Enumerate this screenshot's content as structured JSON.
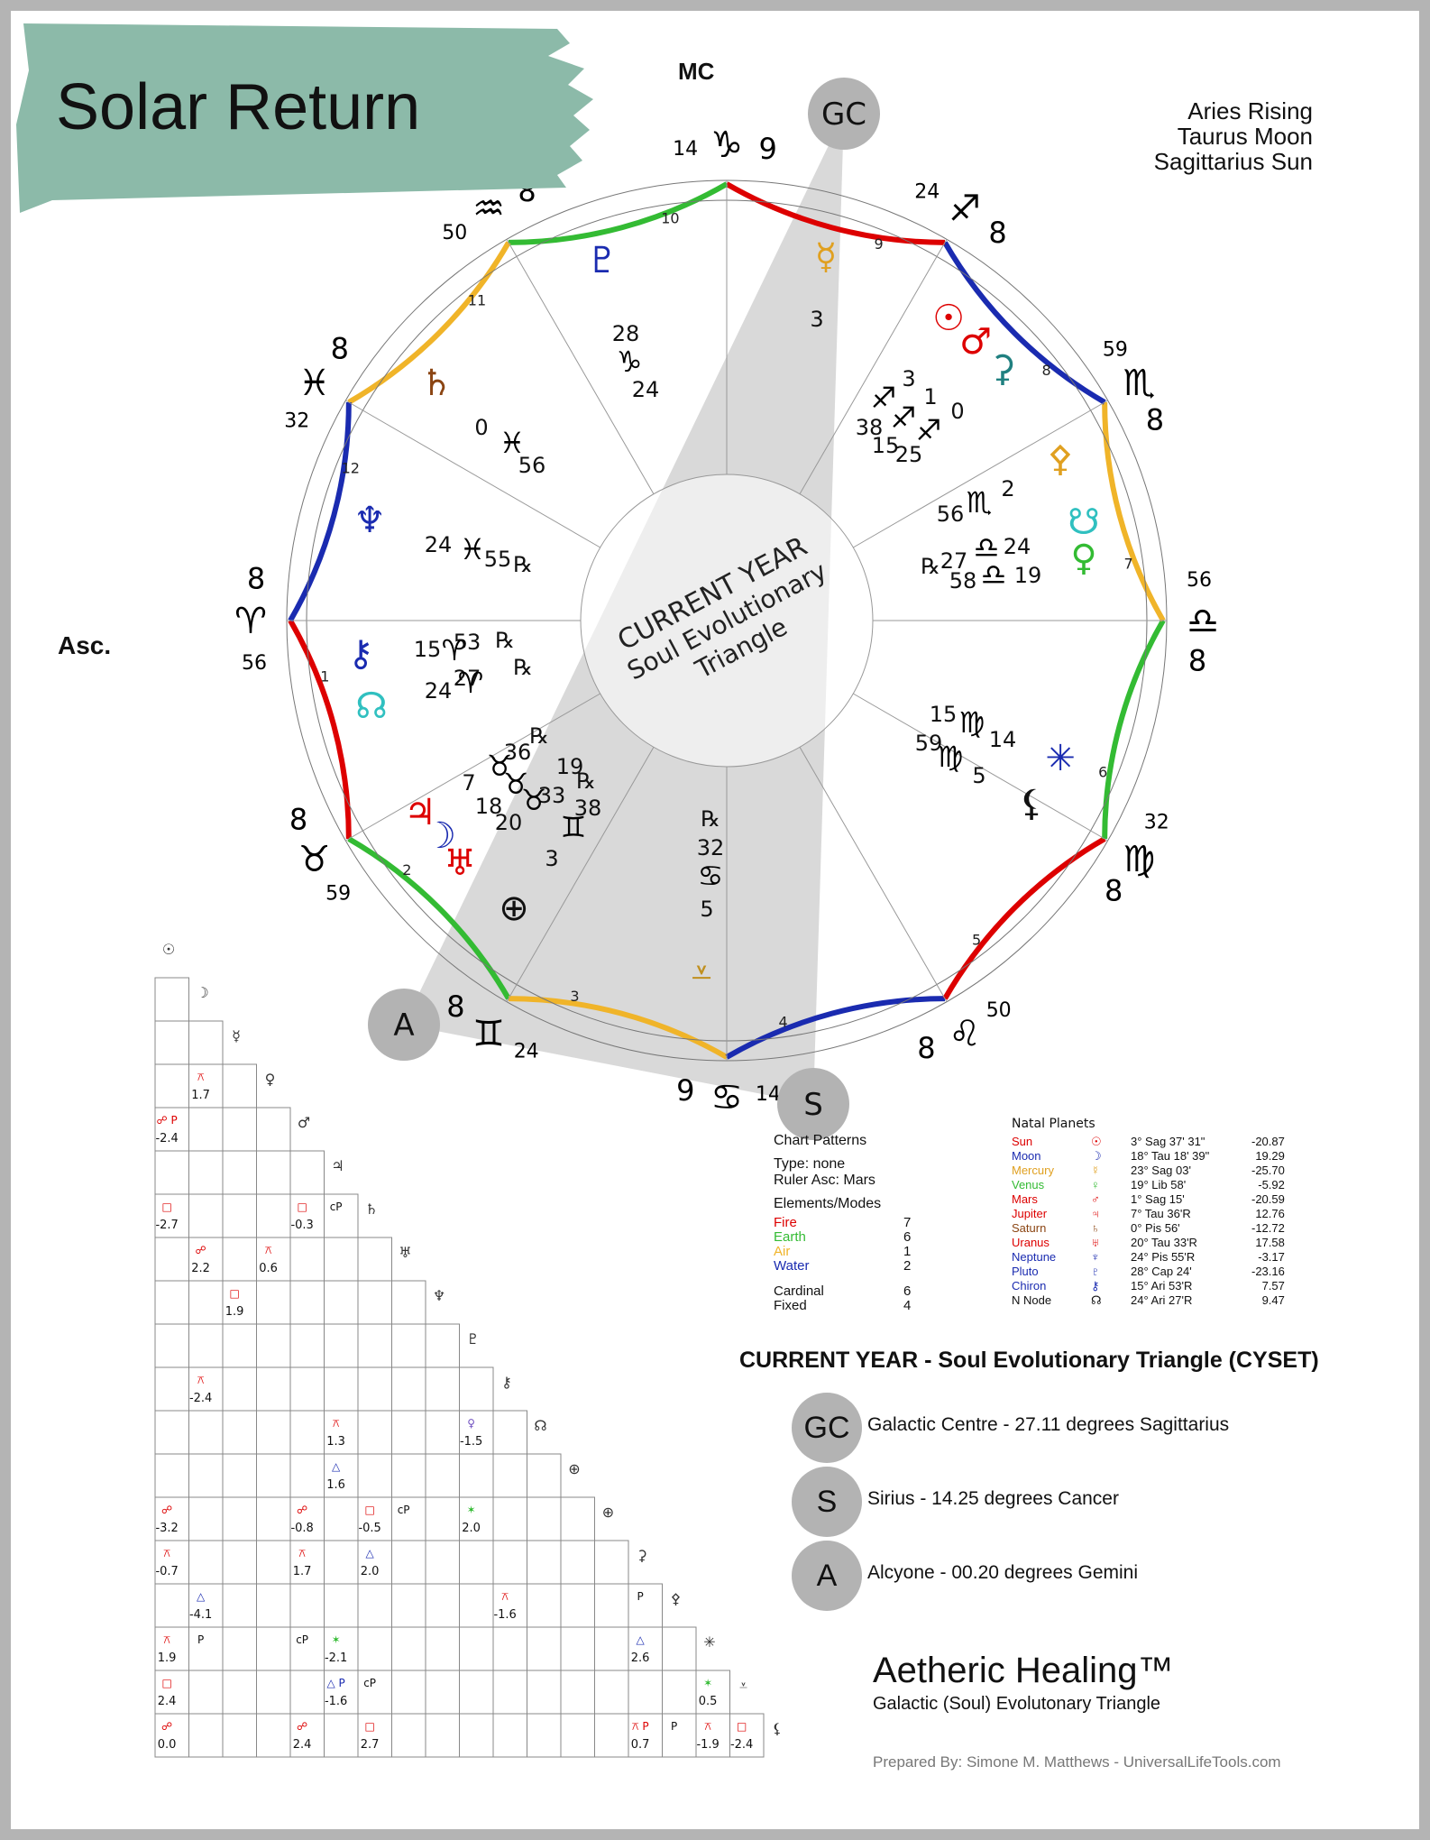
{
  "header": {
    "title": "Solar Return",
    "mc_label": "MC",
    "asc_label": "Asc.",
    "rising_lines": [
      "Aries Rising",
      "Taurus Moon",
      "Sagittarius Sun"
    ]
  },
  "colors": {
    "banner": "#8cbaa9",
    "fire": "#dd0000",
    "earth": "#33bb33",
    "air": "#f0b429",
    "water": "#1a2bb0",
    "point_circle": "#b3b3b3",
    "triangle": "#d9d9d9"
  },
  "wheel": {
    "center_label": [
      "CURRENT YEAR",
      "Soul Evolutionary",
      "Triangle"
    ],
    "house_numbers": [
      "1",
      "2",
      "3",
      "4",
      "5",
      "6",
      "7",
      "8",
      "9",
      "10",
      "11",
      "12"
    ],
    "cusp_labels": [
      {
        "deg": "8",
        "sign": "Aries-glyph",
        "glyph": "♈",
        "min": "56"
      },
      {
        "deg": "8",
        "sign": "Taurus-glyph",
        "glyph": "♉",
        "min": "59"
      },
      {
        "deg": "8",
        "sign": "Gemini-glyph",
        "glyph": "♊",
        "min": "24"
      },
      {
        "deg": "9",
        "sign": "Cancer-glyph",
        "glyph": "♋",
        "min": "14"
      },
      {
        "deg": "8",
        "sign": "Leo-glyph",
        "glyph": "♌",
        "min": "50"
      },
      {
        "deg": "8",
        "sign": "Virgo-glyph",
        "glyph": "♍",
        "min": "32"
      },
      {
        "deg": "8",
        "sign": "Libra-glyph",
        "glyph": "♎",
        "min": "56"
      },
      {
        "deg": "8",
        "sign": "Scorpio-glyph",
        "glyph": "♏",
        "min": "59"
      },
      {
        "deg": "8",
        "sign": "Sagittarius-glyph",
        "glyph": "♐",
        "min": "24"
      },
      {
        "deg": "9",
        "sign": "Capricorn-glyph",
        "glyph": "♑",
        "min": "14"
      },
      {
        "deg": "8",
        "sign": "Aquarius-glyph",
        "glyph": "♒",
        "min": "50"
      },
      {
        "deg": "8",
        "sign": "Pisces-glyph",
        "glyph": "♓",
        "min": "32"
      }
    ],
    "planet_glyphs": [
      {
        "name": "pluto",
        "glyph": "♇",
        "color": "#1a2bb0"
      },
      {
        "name": "mercury",
        "glyph": "☿",
        "color": "#e0a020"
      },
      {
        "name": "saturn",
        "glyph": "♄",
        "color": "#8b4513"
      },
      {
        "name": "neptune",
        "glyph": "♆",
        "color": "#1a2bb0"
      },
      {
        "name": "chiron",
        "glyph": "⚷",
        "color": "#1a2bb0"
      },
      {
        "name": "north-node",
        "glyph": "☊",
        "color": "#30c0c0"
      },
      {
        "name": "sun",
        "glyph": "☉",
        "color": "#dd0000"
      },
      {
        "name": "mars",
        "glyph": "♂",
        "color": "#dd0000"
      },
      {
        "name": "chiron-2",
        "glyph": "⚳",
        "color": "#208080"
      },
      {
        "name": "pallas",
        "glyph": "⚴",
        "color": "#e0a020"
      },
      {
        "name": "south-node",
        "glyph": "☋",
        "color": "#30c0c0"
      },
      {
        "name": "venus",
        "glyph": "♀",
        "color": "#33bb33"
      },
      {
        "name": "vesta",
        "glyph": "✳",
        "color": "#1a2bb0"
      },
      {
        "name": "lilith",
        "glyph": "⚸",
        "color": "#111111"
      },
      {
        "name": "jupiter",
        "glyph": "♃",
        "color": "#dd0000"
      },
      {
        "name": "moon",
        "glyph": "☽",
        "color": "#1a2bb0"
      },
      {
        "name": "uranus",
        "glyph": "♅",
        "color": "#dd0000"
      },
      {
        "name": "part-of-fortune",
        "glyph": "⊕",
        "color": "#111111"
      },
      {
        "name": "vertex",
        "glyph": "⩡",
        "color": "#c09020"
      }
    ],
    "position_text": [
      "3",
      "28",
      "24",
      "0",
      "56",
      "24",
      "55",
      "℞",
      "15",
      "53",
      "℞",
      "24",
      "27",
      "℞",
      "7",
      "36",
      "℞",
      "19",
      "℞",
      "33",
      "18",
      "20",
      "38",
      "3",
      "℞",
      "32",
      "5",
      "3",
      "1",
      "0",
      "38",
      "15",
      "25",
      "2",
      "56",
      "24",
      "27",
      "58",
      "19",
      "℞",
      "15",
      "14",
      "59",
      "5"
    ],
    "points": [
      {
        "label": "GC"
      },
      {
        "label": "S"
      },
      {
        "label": "A"
      }
    ]
  },
  "aspect_grid": {
    "planet_glyphs": [
      "☉",
      "☽",
      "☿",
      "♀",
      "♂",
      "♃",
      "♄",
      "♅",
      "♆",
      "♇",
      "⚷",
      "☊",
      "⊕",
      "⊕",
      "⚳",
      "⚴",
      "✳",
      "⩡",
      "⚸",
      "⊕"
    ],
    "cells": [
      {
        "r": 2,
        "c": 1,
        "sym": "⚻",
        "val": "1.7",
        "color": "#dd0000"
      },
      {
        "r": 3,
        "c": 0,
        "sym": "☍ P",
        "val": "-2.4",
        "color": "#dd0000"
      },
      {
        "r": 5,
        "c": 0,
        "sym": "□",
        "val": "-2.7",
        "color": "#dd0000"
      },
      {
        "r": 5,
        "c": 4,
        "sym": "□",
        "val": "-0.3",
        "color": "#dd0000"
      },
      {
        "r": 5,
        "c": 5,
        "sym": "cP",
        "val": "",
        "color": "#111111"
      },
      {
        "r": 6,
        "c": 1,
        "sym": "☍",
        "val": "2.2",
        "color": "#dd0000"
      },
      {
        "r": 6,
        "c": 3,
        "sym": "⚻",
        "val": "0.6",
        "color": "#dd0000"
      },
      {
        "r": 7,
        "c": 2,
        "sym": "□",
        "val": "1.9",
        "color": "#dd0000"
      },
      {
        "r": 9,
        "c": 1,
        "sym": "⚻",
        "val": "-2.4",
        "color": "#dd0000"
      },
      {
        "r": 10,
        "c": 5,
        "sym": "⚻",
        "val": "1.3",
        "color": "#dd0000"
      },
      {
        "r": 10,
        "c": 9,
        "sym": "♀",
        "val": "-1.5",
        "color": "#7050c0"
      },
      {
        "r": 11,
        "c": 5,
        "sym": "△",
        "val": "1.6",
        "color": "#1a2bb0"
      },
      {
        "r": 12,
        "c": 0,
        "sym": "☍",
        "val": "-3.2",
        "color": "#dd0000"
      },
      {
        "r": 12,
        "c": 4,
        "sym": "☍",
        "val": "-0.8",
        "color": "#dd0000"
      },
      {
        "r": 12,
        "c": 6,
        "sym": "□",
        "val": "-0.5",
        "color": "#dd0000"
      },
      {
        "r": 12,
        "c": 7,
        "sym": "cP",
        "val": "",
        "color": "#111111"
      },
      {
        "r": 12,
        "c": 9,
        "sym": "✶",
        "val": "2.0",
        "color": "#33bb33"
      },
      {
        "r": 13,
        "c": 0,
        "sym": "⚻",
        "val": "-0.7",
        "color": "#dd0000"
      },
      {
        "r": 13,
        "c": 4,
        "sym": "⚻",
        "val": "1.7",
        "color": "#dd0000"
      },
      {
        "r": 13,
        "c": 6,
        "sym": "△",
        "val": "2.0",
        "color": "#1a2bb0"
      },
      {
        "r": 14,
        "c": 1,
        "sym": "△",
        "val": "-4.1",
        "color": "#1a2bb0"
      },
      {
        "r": 14,
        "c": 10,
        "sym": "⚻",
        "val": "-1.6",
        "color": "#dd0000"
      },
      {
        "r": 14,
        "c": 14,
        "sym": "P",
        "val": "",
        "color": "#111111"
      },
      {
        "r": 15,
        "c": 0,
        "sym": "⚻",
        "val": "1.9",
        "color": "#dd0000"
      },
      {
        "r": 15,
        "c": 1,
        "sym": "P",
        "val": "",
        "color": "#111111"
      },
      {
        "r": 15,
        "c": 4,
        "sym": "cP",
        "val": "",
        "color": "#111111"
      },
      {
        "r": 15,
        "c": 5,
        "sym": "✶",
        "val": "-2.1",
        "color": "#33bb33"
      },
      {
        "r": 15,
        "c": 14,
        "sym": "△",
        "val": "2.6",
        "color": "#1a2bb0"
      },
      {
        "r": 16,
        "c": 0,
        "sym": "□",
        "val": "2.4",
        "color": "#dd0000"
      },
      {
        "r": 16,
        "c": 5,
        "sym": "△ P",
        "val": "-1.6",
        "color": "#1a2bb0"
      },
      {
        "r": 16,
        "c": 6,
        "sym": "cP",
        "val": "",
        "color": "#111111"
      },
      {
        "r": 16,
        "c": 16,
        "sym": "✶",
        "val": "0.5",
        "color": "#33bb33"
      },
      {
        "r": 17,
        "c": 0,
        "sym": "☍",
        "val": "0.0",
        "color": "#dd0000"
      },
      {
        "r": 17,
        "c": 4,
        "sym": "☍",
        "val": "2.4",
        "color": "#dd0000"
      },
      {
        "r": 17,
        "c": 6,
        "sym": "□",
        "val": "2.7",
        "color": "#dd0000"
      },
      {
        "r": 17,
        "c": 14,
        "sym": "⚻ P",
        "val": "0.7",
        "color": "#dd0000"
      },
      {
        "r": 17,
        "c": 15,
        "sym": "P",
        "val": "",
        "color": "#111111"
      },
      {
        "r": 17,
        "c": 16,
        "sym": "⚻",
        "val": "-1.9",
        "color": "#dd0000"
      },
      {
        "r": 17,
        "c": 17,
        "sym": "□",
        "val": "-2.4",
        "color": "#dd0000"
      }
    ]
  },
  "patterns": {
    "heading": "Chart Patterns",
    "type_line": "Type: none",
    "ruler_line": "Ruler Asc: Mars",
    "elements_heading": "Elements/Modes",
    "elements": [
      {
        "name": "Fire",
        "count": "7",
        "color": "#dd0000"
      },
      {
        "name": "Earth",
        "count": "6",
        "color": "#33bb33"
      },
      {
        "name": "Air",
        "count": "1",
        "color": "#f0b429"
      },
      {
        "name": "Water",
        "count": "2",
        "color": "#1a2bb0"
      }
    ],
    "modes": [
      {
        "name": "Cardinal",
        "count": "6"
      },
      {
        "name": "Fixed",
        "count": "4"
      }
    ]
  },
  "natal": {
    "heading": "Natal Planets",
    "rows": [
      {
        "name": "Sun",
        "glyph": "☉",
        "pos": "3° Sag 37' 31\"",
        "val": "-20.87",
        "color": "#dd0000"
      },
      {
        "name": "Moon",
        "glyph": "☽",
        "pos": "18° Tau 18' 39\"",
        "val": "19.29",
        "color": "#1a2bb0"
      },
      {
        "name": "Mercury",
        "glyph": "☿",
        "pos": "23° Sag 03'",
        "val": "-25.70",
        "color": "#e0a020"
      },
      {
        "name": "Venus",
        "glyph": "♀",
        "pos": "19° Lib 58'",
        "val": "-5.92",
        "color": "#33bb33"
      },
      {
        "name": "Mars",
        "glyph": "♂",
        "pos": "1° Sag 15'",
        "val": "-20.59",
        "color": "#dd0000"
      },
      {
        "name": "Jupiter",
        "glyph": "♃",
        "pos": "7° Tau 36'R",
        "val": "12.76",
        "color": "#dd0000"
      },
      {
        "name": "Saturn",
        "glyph": "♄",
        "pos": "0° Pis 56'",
        "val": "-12.72",
        "color": "#8b4513"
      },
      {
        "name": "Uranus",
        "glyph": "♅",
        "pos": "20° Tau 33'R",
        "val": "17.58",
        "color": "#dd0000"
      },
      {
        "name": "Neptune",
        "glyph": "♆",
        "pos": "24° Pis 55'R",
        "val": "-3.17",
        "color": "#1a2bb0"
      },
      {
        "name": "Pluto",
        "glyph": "♇",
        "pos": "28° Cap 24'",
        "val": "-23.16",
        "color": "#1a2bb0"
      },
      {
        "name": "Chiron",
        "glyph": "⚷",
        "pos": "15° Ari 53'R",
        "val": "7.57",
        "color": "#1a2bb0"
      },
      {
        "name": "N Node",
        "glyph": "☊",
        "pos": "24° Ari 27'R",
        "val": "9.47",
        "color": "#111111"
      }
    ]
  },
  "cyset": {
    "title": "CURRENT YEAR - Soul Evolutionary Triangle (CYSET)",
    "points": [
      {
        "abbr": "GC",
        "text": "Galactic Centre - 27.11 degrees Sagittarius"
      },
      {
        "abbr": "S",
        "text": "Sirius - 14.25 degrees Cancer"
      },
      {
        "abbr": "A",
        "text": "Alcyone - 00.20 degrees Gemini"
      }
    ]
  },
  "footer": {
    "brand": "Aetheric Healing™",
    "subtitle": "Galactic (Soul) Evolutonary Triangle",
    "prepared": "Prepared By:  Simone M. Matthews - UniversalLifeTools.com"
  }
}
